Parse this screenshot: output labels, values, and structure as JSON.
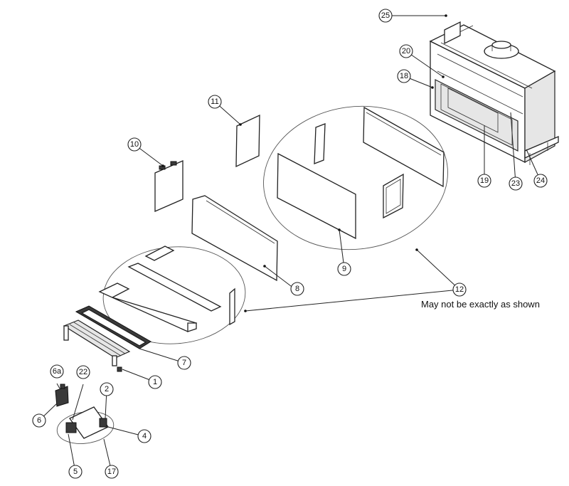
{
  "note": "May not be exactly as shown",
  "callouts": {
    "c1": "1",
    "c2": "2",
    "c4": "4",
    "c5": "5",
    "c6": "6",
    "c6a": "6a",
    "c7": "7",
    "c8": "8",
    "c9": "9",
    "c10": "10",
    "c11": "11",
    "c12": "12",
    "c17": "17",
    "c18": "18",
    "c19": "19",
    "c20": "20",
    "c22": "22",
    "c23": "23",
    "c24": "24",
    "c25": "25"
  }
}
